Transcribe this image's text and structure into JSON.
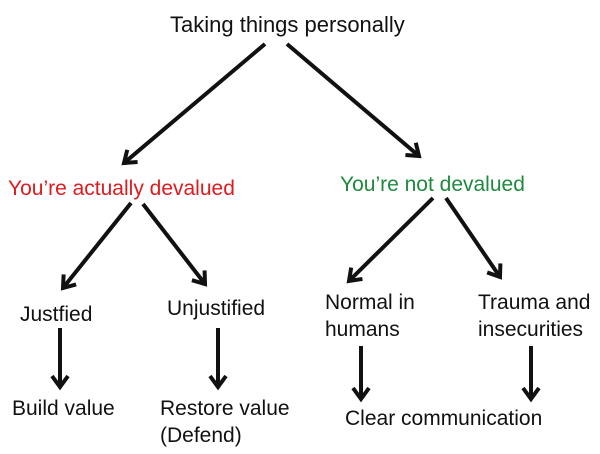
{
  "diagram": {
    "title": "Taking things personally",
    "colors": {
      "text": "#111111",
      "arrow": "#111111",
      "devalued_red": "#df1b1f",
      "not_devalued_green": "#1e8a3e"
    },
    "nodes": {
      "root": {
        "label": "Taking things personally"
      },
      "devalued": {
        "label": "You’re actually devalued"
      },
      "not_devalued": {
        "label": "You’re not devalued"
      },
      "justfied": {
        "label": "Justfied"
      },
      "unjustified": {
        "label": "Unjustified"
      },
      "build_value": {
        "label": "Build value"
      },
      "restore_value": {
        "label": "Restore value (Defend)"
      },
      "normal_in_humans": {
        "label": "Normal in humans"
      },
      "trauma_insecurities": {
        "label": "Trauma and insecurities"
      },
      "clear_communication": {
        "label": "Clear communication"
      }
    },
    "edges": [
      {
        "from": "root",
        "to": "devalued"
      },
      {
        "from": "root",
        "to": "not_devalued"
      },
      {
        "from": "devalued",
        "to": "justfied"
      },
      {
        "from": "devalued",
        "to": "unjustified"
      },
      {
        "from": "justfied",
        "to": "build_value"
      },
      {
        "from": "unjustified",
        "to": "restore_value"
      },
      {
        "from": "not_devalued",
        "to": "normal_in_humans"
      },
      {
        "from": "not_devalued",
        "to": "trauma_insecurities"
      },
      {
        "from": "normal_in_humans",
        "to": "clear_communication"
      },
      {
        "from": "trauma_insecurities",
        "to": "clear_communication"
      }
    ]
  }
}
